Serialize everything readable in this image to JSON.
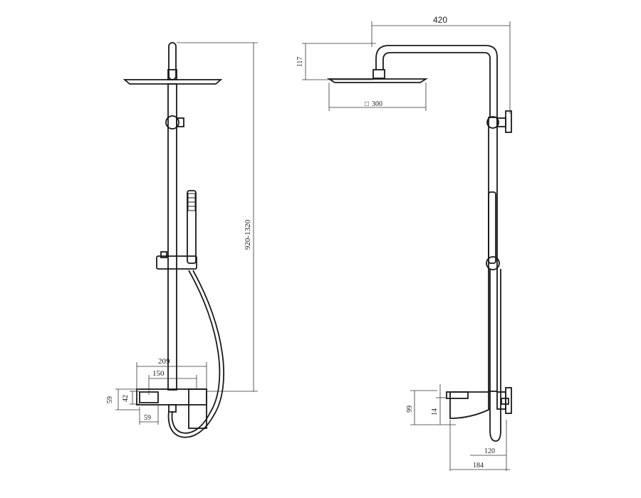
{
  "drawing": {
    "front_view": {
      "height_range": "920-1320",
      "spout_reach": "209",
      "handle_offset": "150",
      "body_height": "59",
      "outlet_height": "42",
      "body_depth": "59"
    },
    "side_view": {
      "arm_length": "420",
      "arm_height": "117",
      "head_size_symbol": "□",
      "head_size": "300",
      "body_height": "99",
      "spout_height": "14",
      "spout_projection": "120",
      "body_projection": "184"
    }
  }
}
